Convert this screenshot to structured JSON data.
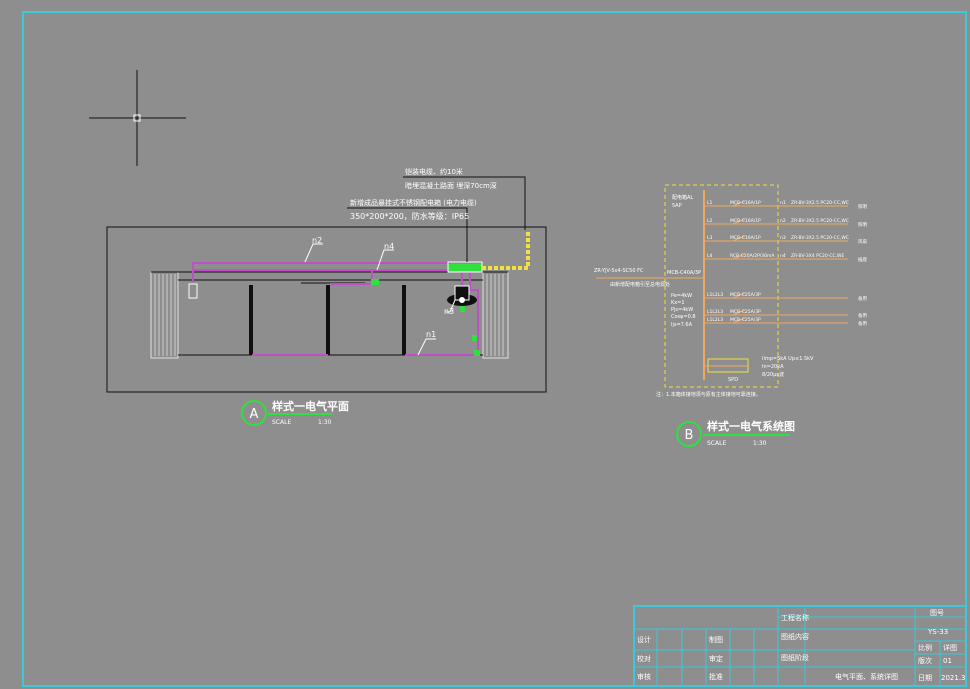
{
  "colors": {
    "background": "#8e8e8e",
    "frame": "#3cc8d8",
    "white": "#ffffff",
    "black": "#101010",
    "magenta": "#c050c8",
    "green": "#30e040",
    "yellow": "#f0e040",
    "orange": "#f0a860"
  },
  "plan": {
    "note_cable_line1": "铠装电缆、约10米",
    "note_cable_line2": "暗埋混凝土路面  埋深70cm深",
    "note_box_line1": "新增成品悬挂式不锈钢配电箱  (电力电缆)",
    "note_box_line2": "350*200*200，防水等级：IP65",
    "tag_n1": "n1",
    "tag_n2": "n2",
    "tag_n3": "n3",
    "tag_n4": "n4",
    "title_letter": "A",
    "title": "样式一电气平面",
    "scale_label": "SCALE",
    "scale_value": "1:30"
  },
  "system": {
    "incoming_cable": "ZR-YJV-5x4-SC50 FC",
    "incoming_note": "由新增配电箱引至总电源处",
    "panel_name": "配电箱AL",
    "panel_ways": "5AP",
    "main_breaker": "MCB-C40A/3P",
    "load_calc": [
      "Pe=4kW",
      "Kx=1",
      "Pjs=4kW",
      "Cosφ=0.8",
      "Ijs=7.6A"
    ],
    "circuits": [
      {
        "id": "L1",
        "breaker": "MCB-C16A/1P",
        "no": "n1",
        "cable": "ZR-BV-3X2.5 PC20-CC,WC",
        "use": "照明"
      },
      {
        "id": "L2",
        "breaker": "MCB-C16A/1P",
        "no": "n2",
        "cable": "ZR-BV-3X2.5 PC20-CC,WC",
        "use": "照明"
      },
      {
        "id": "L3",
        "breaker": "MCB-C16A/1P",
        "no": "n3",
        "cable": "ZR-BV-3X2.5 PC20-CC,WC",
        "use": "风扇"
      },
      {
        "id": "L4",
        "breaker": "RCB-C20A/2P/30mA",
        "no": "n4",
        "cable": "ZR-BV-3X4 PC20-CC,WE",
        "use": "插座"
      },
      {
        "id": "L1L2L3",
        "breaker": "MCB-C25A/3P",
        "no": "",
        "cable": "",
        "use": "备用"
      },
      {
        "id": "L1L2L3",
        "breaker": "MCB-C25A/3P",
        "no": "",
        "cable": "",
        "use": "备用"
      },
      {
        "id": "L1L2L3",
        "breaker": "MCB-C25A/3P",
        "no": "",
        "cable": "",
        "use": "备用"
      }
    ],
    "spd_label": "SPD",
    "spd_spec_line1": "Iimp=5kA  Up≤1.5kV",
    "spd_spec_line2": "In=20kA",
    "spd_spec_line3": "8/20μs波",
    "footnote": "注：1.本箱体接地须与原有主体接地可靠连接。",
    "title_letter": "B",
    "title": "样式一电气系统图",
    "scale_label": "SCALE",
    "scale_value": "1:30"
  },
  "title_block": {
    "project_label": "工程名称",
    "content_label": "图纸内容",
    "stage_label": "图纸阶段",
    "design_label": "设计",
    "check_label": "校对",
    "review_label": "审核",
    "draw_label": "制图",
    "audit_label": "审定",
    "approve_label": "批准",
    "sheet_label": "图号",
    "sheet_no": "YS-33",
    "scale_label": "比例",
    "scale_value": "详图",
    "version_label": "版次",
    "version_value": "01",
    "date_label": "日期",
    "date_value": "2021.3",
    "drawing_name": "电气平面、系统详图"
  }
}
